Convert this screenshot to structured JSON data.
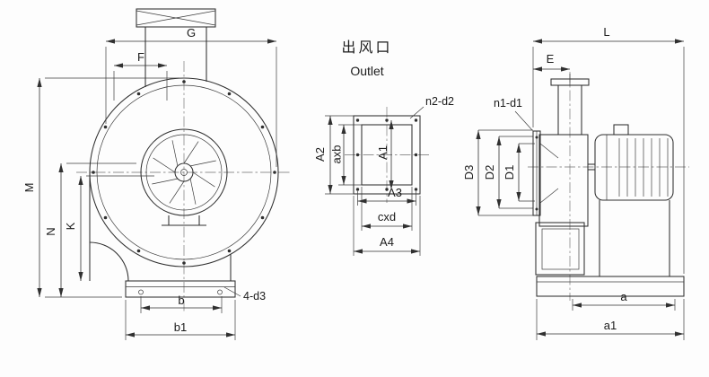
{
  "drawing": {
    "outlet_label_zh": "出风口",
    "outlet_label_en": "Outlet",
    "front_view": {
      "G": "G",
      "F": "F",
      "M": "M",
      "N": "N",
      "K": "K",
      "b": "b",
      "b1": "b1",
      "foot_holes": "4-d3"
    },
    "outlet_view": {
      "bolt_holes": "n2-d2",
      "A1": "A1",
      "A2": "A2",
      "A3": "A3",
      "A4": "A4",
      "opening_height": "axb",
      "opening_width": "cxd"
    },
    "side_view": {
      "L": "L",
      "E": "E",
      "bolt_holes": "n1-d1",
      "D1": "D1",
      "D2": "D2",
      "D3": "D3",
      "a": "a",
      "a1": "a1"
    }
  }
}
